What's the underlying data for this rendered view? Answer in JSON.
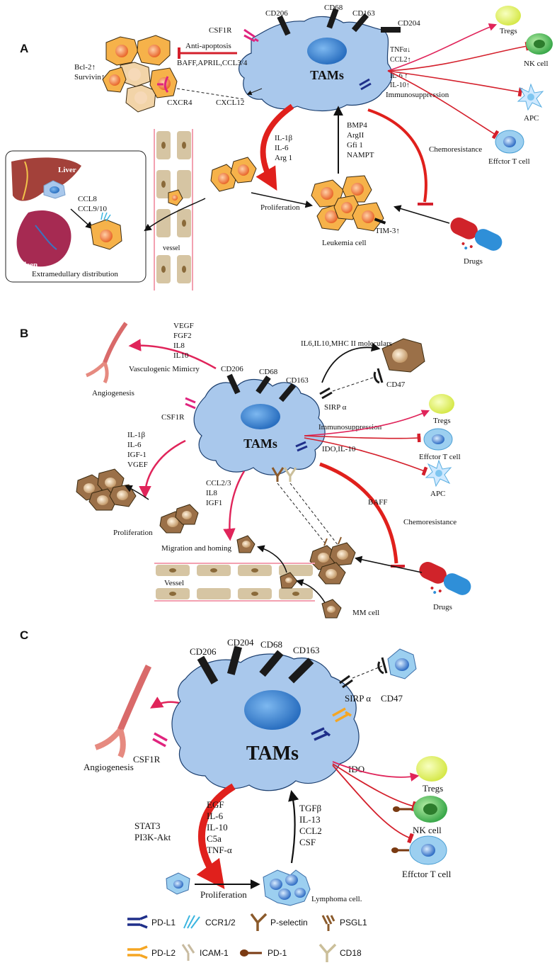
{
  "panel_a": {
    "letter": "A",
    "tams": "TAMs",
    "receptors": {
      "cd206": "CD206",
      "cd68": "CD68",
      "cd163": "CD163",
      "cd204": "CD204",
      "csf1r": "CSF1R",
      "cxcr4": "CXCR4"
    },
    "anti_apoptosis": "Anti-apoptosis",
    "baff": "BAFF,APRIL,CCL3/4",
    "bcl2": "Bcl-2↑",
    "survivin": "Survivin↑",
    "cxcl12": "CXCL12",
    "tnf": "TNFα↓",
    "ccl2": "CCL2↑",
    "il6": "IL-6 ↑",
    "il10": "IL-10↑",
    "immunosuppression": "Immunosuppression",
    "tregs": "Tregs",
    "nk": "NK cell",
    "apc": "APC",
    "effector": "Effctor T cell",
    "down_factors": [
      "IL-1β",
      "IL-6",
      "Arg 1"
    ],
    "up_factors": [
      "BMP4",
      "ArgII",
      "Gfi 1",
      "NAMPT"
    ],
    "chemoresistance": "Chemoresistance",
    "proliferation": "Proliferation",
    "leukemia": "Leukemia cell",
    "tim3": "TIM-3↑",
    "drugs": "Drugs",
    "liver": "Liver",
    "spleen": "Spleen",
    "ccl8": "CCL8",
    "ccl9": "CCL9/10",
    "extramedullary": "Extramedullary distribution",
    "vessel": "vessel"
  },
  "panel_b": {
    "letter": "B",
    "tams": "TAMs",
    "angio_factors": [
      "VEGF",
      "FGF2",
      "IL8",
      "IL10"
    ],
    "vasculogenic": "Vasculogenic Mimicry",
    "angiogenesis": "Angiogenesis",
    "receptors": {
      "cd206": "CD206",
      "cd68": "CD68",
      "cd163": "CD163",
      "csf1r": "CSF1R",
      "sirpa": "SIRP α",
      "cd47": "CD47"
    },
    "mhc": "IL6,IL10,MHC II moleculars",
    "immunosuppression": "Immunosuppression",
    "ido": "IDO,IL-10",
    "tregs": "Tregs",
    "effector": "Effctor T cell",
    "apc": "APC",
    "prolif_factors": [
      "IL-1β",
      "IL-6",
      "IGF-1",
      "VGEF"
    ],
    "proliferation": "Proliferation",
    "mig_factors": [
      "CCL2/3",
      "IL8",
      "IGF1"
    ],
    "migration": "Migration and homing",
    "baff": "BAFF",
    "chemoresistance": "Chemoresistance",
    "vessel": "Vessel",
    "mm": "MM cell",
    "drugs": "Drugs"
  },
  "panel_c": {
    "letter": "C",
    "tams": "TAMs",
    "receptors": {
      "cd206": "CD206",
      "cd204": "CD204",
      "cd68": "CD68",
      "cd163": "CD163",
      "csf1r": "CSF1R",
      "sirpa": "SIRP α",
      "cd47": "CD47"
    },
    "angiogenesis": "Angiogenesis",
    "ido": "IDO",
    "tregs": "Tregs",
    "nk": "NK cell",
    "effector": "Effctor T cell",
    "down_factors": [
      "EGF",
      "IL-6",
      "IL-10",
      "C5a",
      "TNF-α"
    ],
    "pathways": [
      "STAT3",
      "PI3K-Akt"
    ],
    "up_factors": [
      "TGFβ",
      "IL-13",
      "CCL2",
      "CSF"
    ],
    "proliferation": "Proliferation",
    "lymphoma": "Lymphoma cell."
  },
  "legend": [
    {
      "label": "PD-L1",
      "icon": "pd-l1-icon",
      "color": "#1f2f8a"
    },
    {
      "label": "CCR1/2",
      "icon": "ccr-icon",
      "color": "#3ab5e0"
    },
    {
      "label": "P-selectin",
      "icon": "p-selectin-icon",
      "color": "#8b5a2b"
    },
    {
      "label": "PSGL1",
      "icon": "psgl1-icon",
      "color": "#8b5a2b"
    },
    {
      "label": "PD-L2",
      "icon": "pd-l2-icon",
      "color": "#f5a623"
    },
    {
      "label": "ICAM-1",
      "icon": "icam-icon",
      "color": "#c8bba0"
    },
    {
      "label": "PD-1",
      "icon": "pd-1-icon",
      "color": "#7a3a12"
    },
    {
      "label": "CD18",
      "icon": "cd18-icon",
      "color": "#cbbf9a"
    }
  ],
  "colors": {
    "tam": "#a9c8ec",
    "nucleus": "#3f86d1",
    "leukemia": "#f6b24a",
    "mm": "#9b7048",
    "red": "#e0245a",
    "inhibit": "#d4202c"
  }
}
